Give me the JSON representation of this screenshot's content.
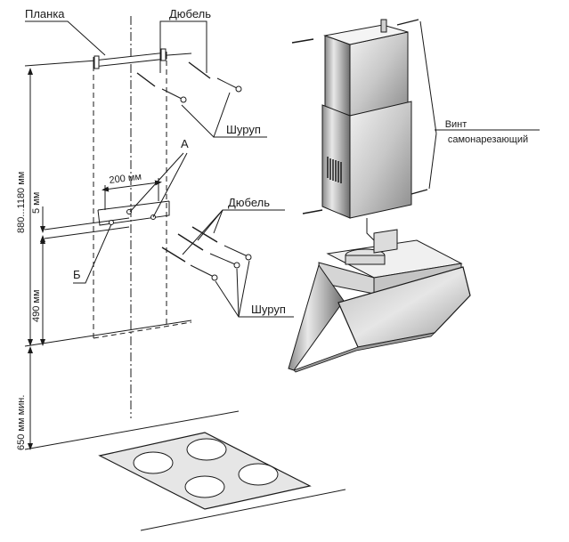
{
  "labels": {
    "planka": "Планка",
    "dyubel_top": "Дюбель",
    "shurup_top": "Шуруп",
    "dyubel_mid": "Дюбель",
    "shurup_mid": "Шуруп",
    "point_a": "А",
    "point_b": "Б",
    "vint_line1": "Винт",
    "vint_line2": "самонарезающий"
  },
  "dimensions": {
    "height_range": "880...1180 мм",
    "gap_5": "5 мм",
    "height_490": "490 мм",
    "min_650": "650 мм мин.",
    "width_200": "200 мм"
  }
}
